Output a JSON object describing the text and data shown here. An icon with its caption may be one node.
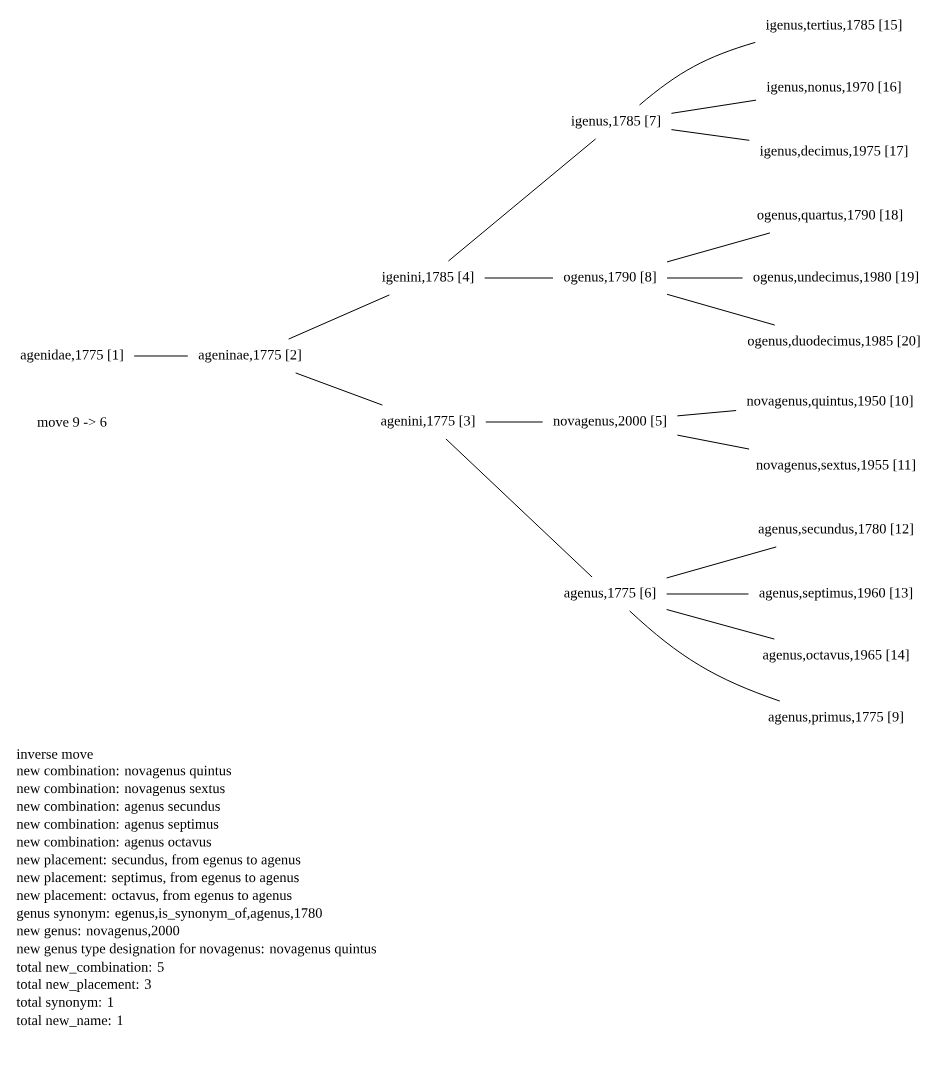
{
  "diagram": {
    "nodes": [
      {
        "text": [
          "agenidae,1775 [1]"
        ]
      },
      {
        "text": [
          "ageninae,1775 [2]"
        ]
      },
      {
        "text": [
          "igenini,1785 [4]"
        ]
      },
      {
        "text": [
          "igenus,1785 [7]"
        ]
      },
      {
        "text": [
          "igenus,tertius,1785 [15]"
        ]
      },
      {
        "text": [
          "igenus,nonus,1970 [16]"
        ]
      },
      {
        "text": [
          "igenus,decimus,1975 [17]"
        ]
      },
      {
        "text": [
          "ogenus,1790 [8]"
        ]
      },
      {
        "text": [
          "ogenus,quartus,1790 [18]"
        ]
      },
      {
        "text": [
          "ogenus,undecimus,1980 [19]"
        ]
      },
      {
        "text": [
          "ogenus,duodecimus,1985 [20]"
        ]
      },
      {
        "text": [
          "agenini,1775 [3]"
        ]
      },
      {
        "text": [
          "novagenus,2000 [5]"
        ]
      },
      {
        "text": [
          "novagenus,quintus,1950 [10]"
        ]
      },
      {
        "text": [
          "novagenus,sextus,1955 [11]"
        ]
      },
      {
        "text": [
          "agenus,1775 [6]"
        ]
      },
      {
        "text": [
          "agenus,secundus,1780 [12]"
        ]
      },
      {
        "text": [
          "agenus,septimus,1960 [13]"
        ]
      },
      {
        "text": [
          "agenus,octavus,1965 [14]"
        ]
      },
      {
        "text": [
          "agenus,primus,1775 [9]"
        ]
      }
    ],
    "edges": [
      {
        "from": 0,
        "to": 1,
        "arrow": "none"
      },
      {
        "from": 1,
        "to": 2,
        "arrow": "none"
      },
      {
        "from": 2,
        "to": 3,
        "arrow": "none"
      },
      {
        "from": 3,
        "to": 4,
        "arrow": "none"
      },
      {
        "from": 3,
        "to": 5,
        "arrow": "none"
      },
      {
        "from": 3,
        "to": 6,
        "arrow": "none"
      },
      {
        "from": 2,
        "to": 7,
        "arrow": "none"
      },
      {
        "from": 7,
        "to": 8,
        "arrow": "none"
      },
      {
        "from": 7,
        "to": 9,
        "arrow": "none"
      },
      {
        "from": 7,
        "to": 10,
        "arrow": "none"
      },
      {
        "from": 1,
        "to": 11,
        "arrow": "none"
      },
      {
        "from": 11,
        "to": 12,
        "arrow": "none"
      },
      {
        "from": 12,
        "to": 13,
        "arrow": "none"
      },
      {
        "from": 12,
        "to": 14,
        "arrow": "none"
      },
      {
        "from": 11,
        "to": 15,
        "arrow": "none"
      },
      {
        "from": 15,
        "to": 16,
        "arrow": "none"
      },
      {
        "from": 15,
        "to": 17,
        "arrow": "none"
      },
      {
        "from": 15,
        "to": 18,
        "arrow": "none"
      },
      {
        "from": 15,
        "to": 19,
        "arrow": "none"
      }
    ],
    "labels": [
      "move 9 -> 6",
      "inverse move",
      "new combination: novagenus quintus",
      "new combination: novagenus sextus",
      "new combination: agenus secundus",
      "new combination: agenus septimus",
      "new combination: agenus octavus",
      "new placement: secundus, from egenus to agenus",
      "new placement: septimus, from egenus to agenus",
      "new placement: octavus, from egenus to agenus",
      "genus synonym: egenus,is_synonym_of,agenus,1780",
      "new genus: novagenus,2000",
      "new genus type designation for novagenus: novagenus quintus",
      "total new_combination: 5",
      "total new_placement: 3",
      "total synonym: 1",
      "total new_name: 1"
    ]
  }
}
